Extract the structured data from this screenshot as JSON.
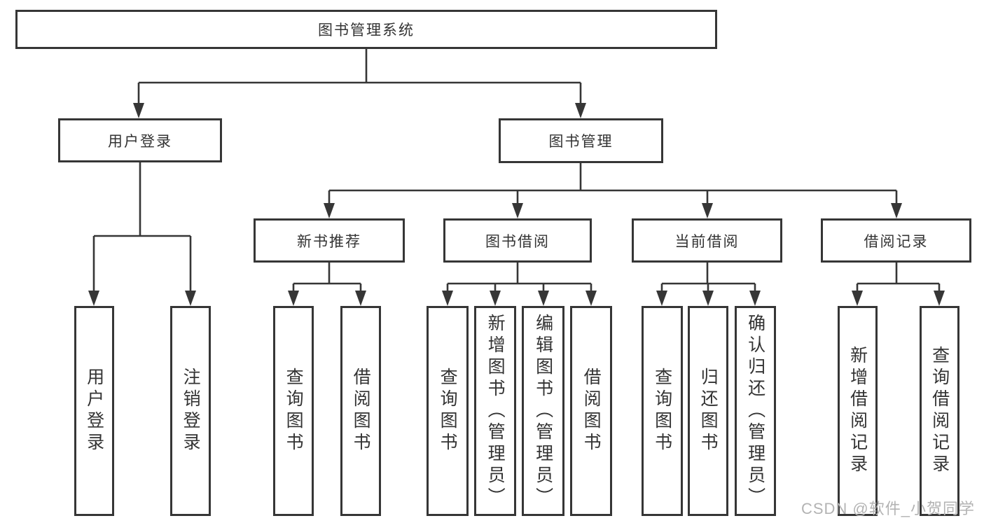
{
  "diagram": {
    "type": "functional-decomposition-tree",
    "tree": {
      "root": {
        "label": "图书管理系统"
      },
      "branches": [
        {
          "label": "用户登录",
          "children": [
            {
              "label": "用户登录"
            },
            {
              "label": "注销登录"
            }
          ]
        },
        {
          "label": "图书管理",
          "children": [
            {
              "label": "新书推荐",
              "children": [
                {
                  "label": "查询图书"
                },
                {
                  "label": "借阅图书"
                }
              ]
            },
            {
              "label": "图书借阅",
              "children": [
                {
                  "label": "查询图书"
                },
                {
                  "label": "新增图书（管理员）"
                },
                {
                  "label": "编辑图书（管理员）"
                },
                {
                  "label": "借阅图书"
                }
              ]
            },
            {
              "label": "当前借阅",
              "children": [
                {
                  "label": "查询图书"
                },
                {
                  "label": "归还图书"
                },
                {
                  "label": "确认归还（管理员）"
                }
              ]
            },
            {
              "label": "借阅记录",
              "children": [
                {
                  "label": "新增借阅记录"
                },
                {
                  "label": "查询借阅记录"
                }
              ]
            }
          ]
        }
      ]
    },
    "colors": {
      "line": "#363636",
      "box_border": "#363636",
      "text": "#333333",
      "background": "#ffffff",
      "watermark": "#b3b3b3"
    }
  },
  "watermark": {
    "text": "CSDN @软件_小贺同学"
  }
}
